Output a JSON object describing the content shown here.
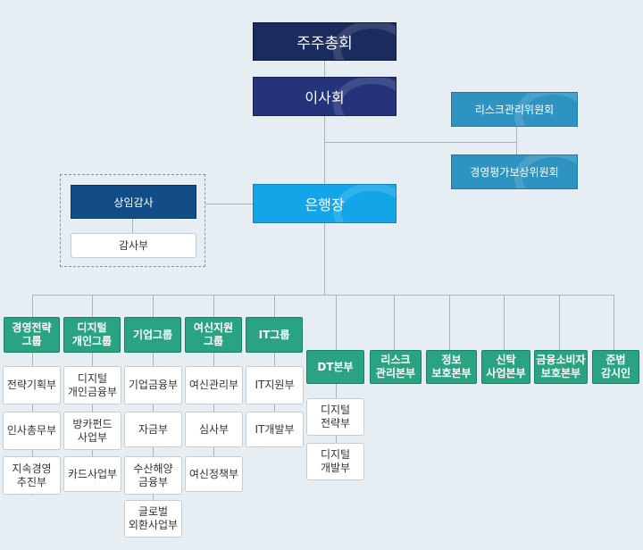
{
  "top": {
    "shareholders": "주주총회",
    "board": "이사회",
    "risk_committee": "리스크관리위원회",
    "compensation_committee": "경영평가보상위원회",
    "ceo": "은행장"
  },
  "audit": {
    "auditor": "상임감사",
    "audit_dept": "감사부"
  },
  "groups": [
    {
      "name": "경영전략\n그룹",
      "depts": [
        "전략기획부",
        "인사총무부",
        "지속경영\n추진부"
      ]
    },
    {
      "name": "디지털\n개인그룹",
      "depts": [
        "디지털\n개인금융부",
        "방카펀드\n사업부",
        "카드사업부"
      ]
    },
    {
      "name": "기업그룹",
      "depts": [
        "기업금융부",
        "자금부",
        "수산해양\n금융부",
        "글로벌\n외환사업부"
      ]
    },
    {
      "name": "여신지원\n그룹",
      "depts": [
        "여신관리부",
        "심사부",
        "여신정책부"
      ]
    },
    {
      "name": "IT그룹",
      "depts": [
        "IT지원부",
        "IT개발부"
      ]
    }
  ],
  "dt": {
    "name": "DT본부",
    "depts": [
      "디지털\n전략부",
      "디지털\n개발부"
    ]
  },
  "divisions": [
    "리스크\n관리본부",
    "정보\n보호본부",
    "신탁\n사업본부",
    "금융소비자\n보호본부",
    "준법\n감시인"
  ]
}
